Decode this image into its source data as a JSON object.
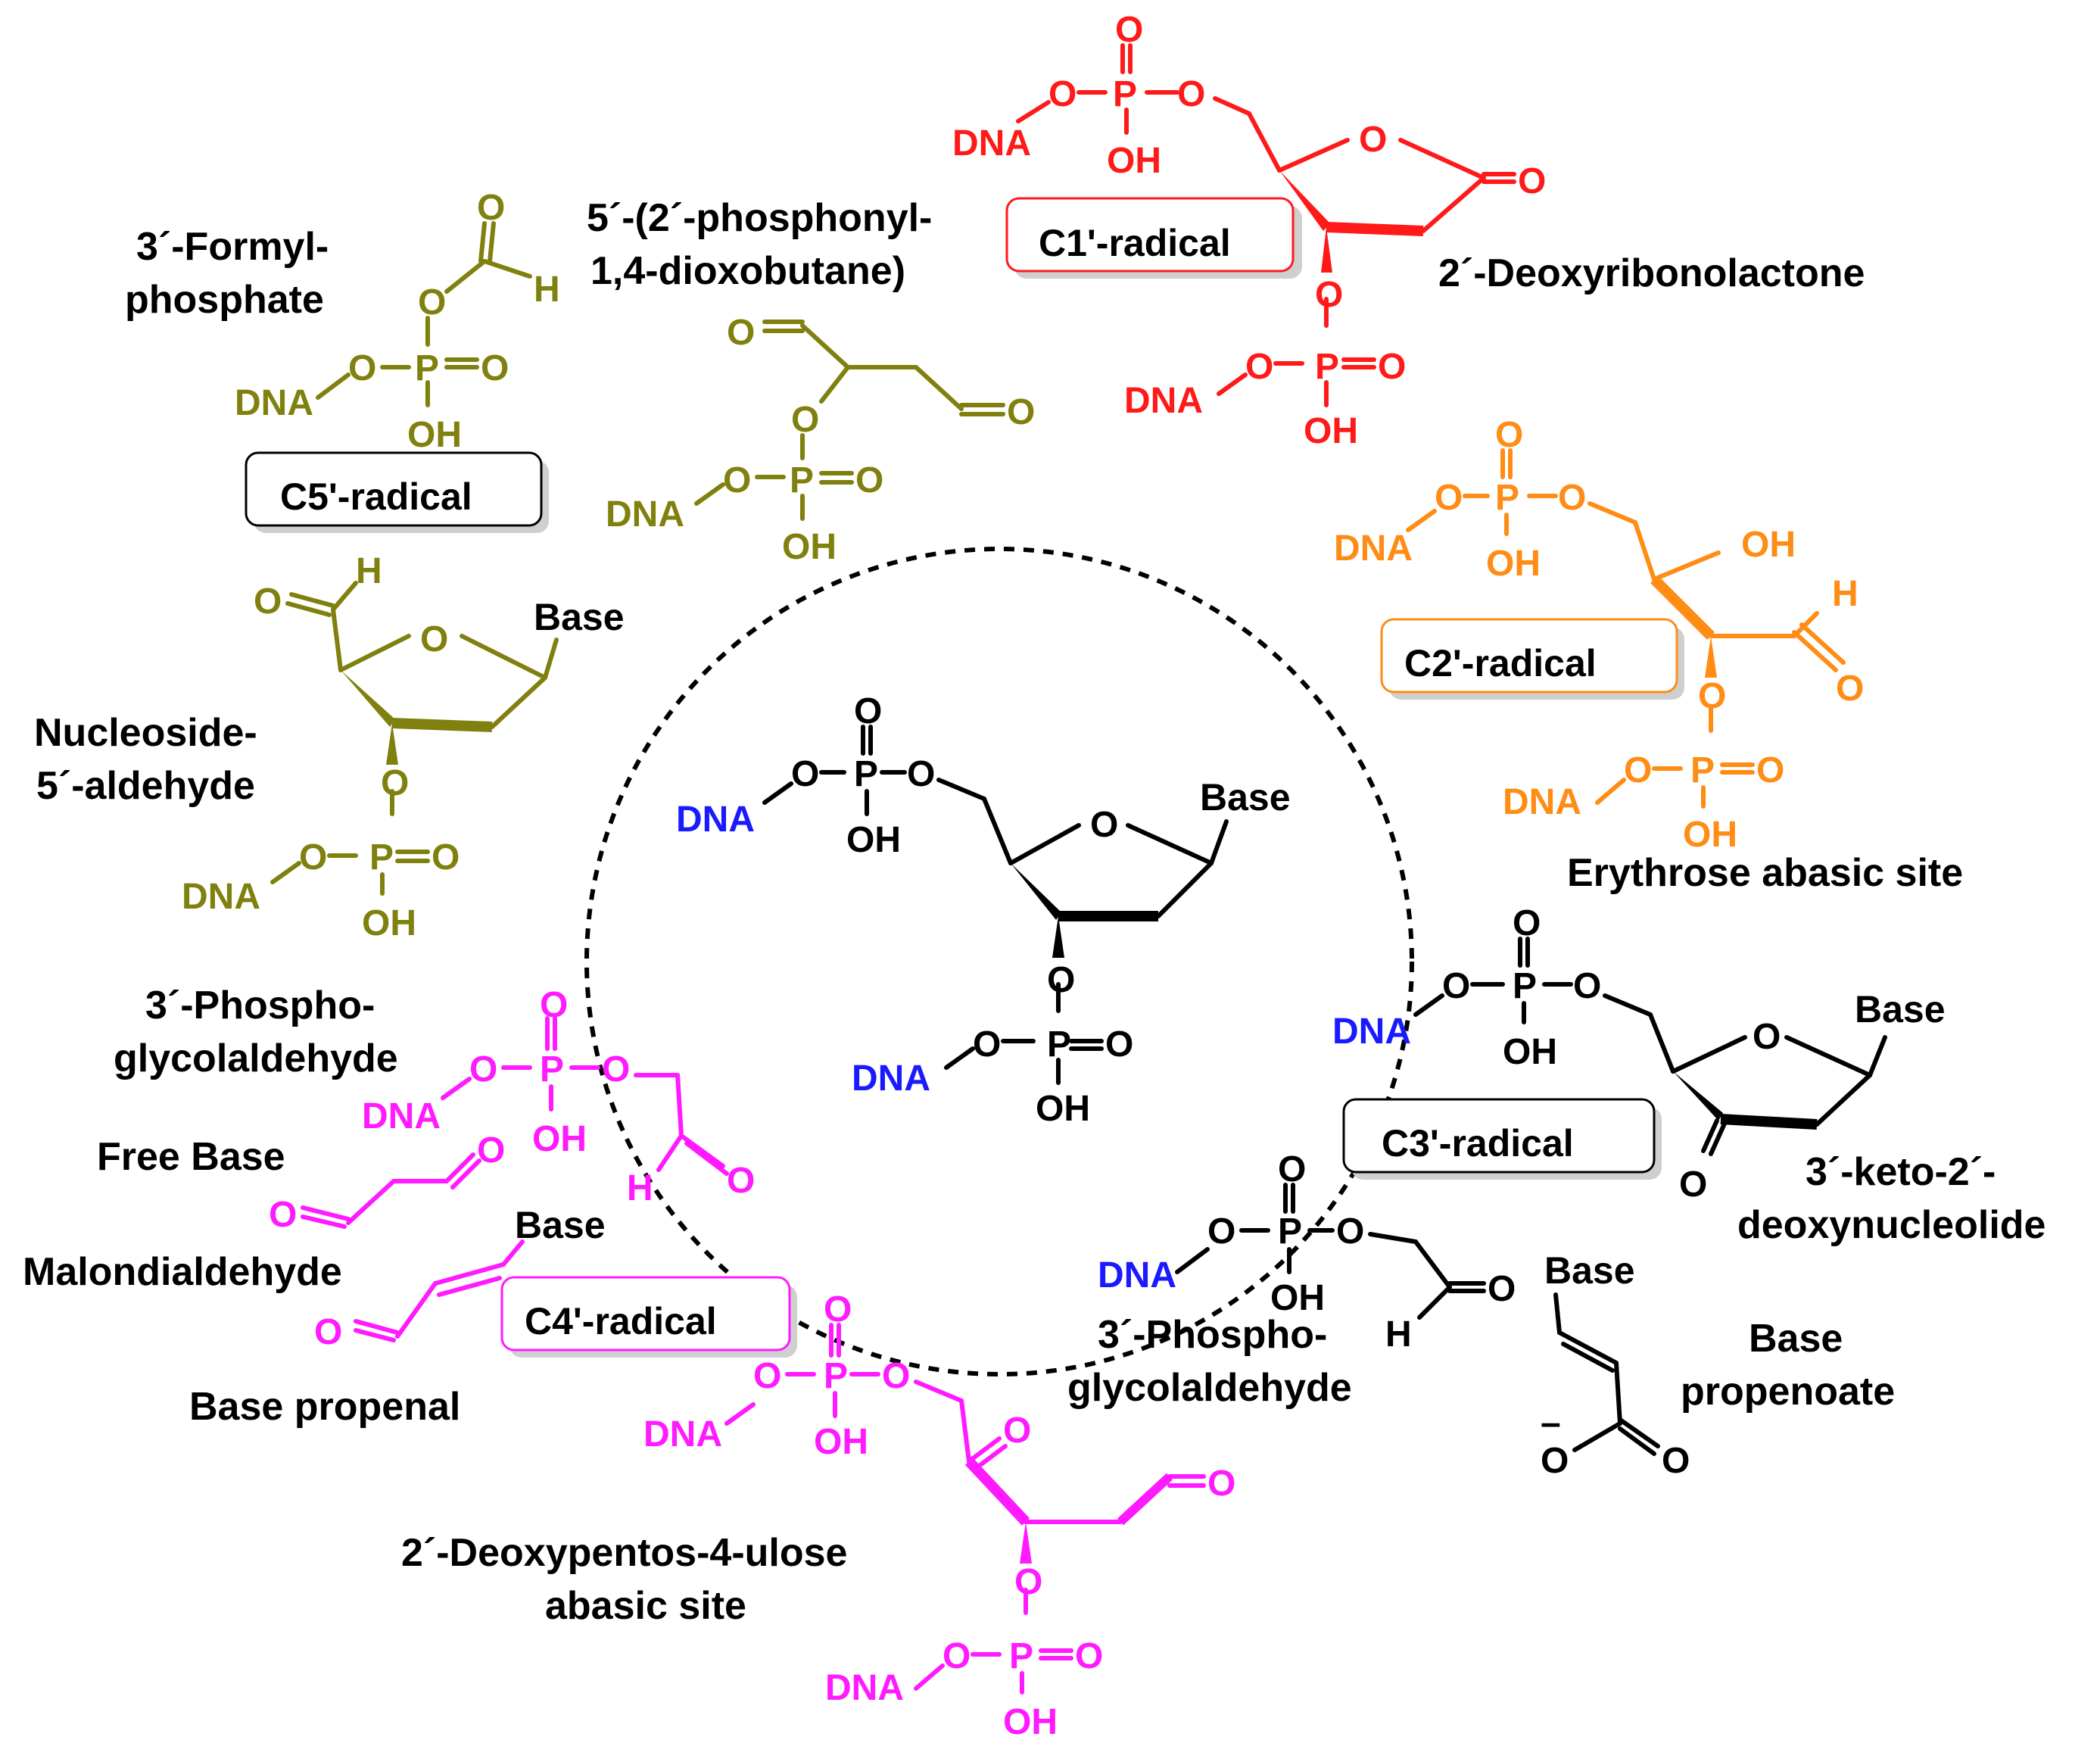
{
  "colors": {
    "parent": "#000000",
    "dna_parent": "#1a1aff",
    "c1": "#ff1a1a",
    "c2": "#ff8c14",
    "c3": "#000000",
    "c4": "#ff1aff",
    "c5": "#80800f"
  },
  "center": {
    "dna_top": "DNA",
    "dna_bottom": "DNA",
    "base": "Base"
  },
  "radicals": {
    "c1": "C1'-radical",
    "c2": "C2'-radical",
    "c3": "C3'-radical",
    "c4": "C4'-radical",
    "c5": "C5'-radical"
  },
  "products": {
    "deoxyribonolactone": "2´-Deoxyribonolactone",
    "erythrose": "Erythrose abasic site",
    "keto_line1": "3´-keto-2´-",
    "keto_line2": "deoxynucleolide",
    "propenoate_line1": "Base",
    "propenoate_line2": "propenoate",
    "phosphoglycol_c3_line1": "3´-Phospho-",
    "phosphoglycol_c3_line2": "glycolaldehyde",
    "pentosulose_line1": "2´-Deoxypentos-4-ulose",
    "pentosulose_line2": "abasic site",
    "base_propenal": "Base propenal",
    "malondialdehyde": "Malondialdehyde",
    "free_base": "Free Base",
    "phosphoglycol_c4_line1": "3´-Phospho-",
    "phosphoglycol_c4_line2": "glycolaldehyde",
    "nucleoside_aldehyde_line1": "Nucleoside-",
    "nucleoside_aldehyde_line2": "5´-aldehyde",
    "formylphosphate_line1": "3´-Formyl-",
    "formylphosphate_line2": "phosphate",
    "dioxobutane_line1": "5´-(2´-phosphonyl-",
    "dioxobutane_line2": "1,4-dioxobutane)"
  },
  "atoms": {
    "dna": "DNA",
    "base": "Base",
    "O": "O",
    "P": "P",
    "OH": "OH",
    "H": "H"
  }
}
